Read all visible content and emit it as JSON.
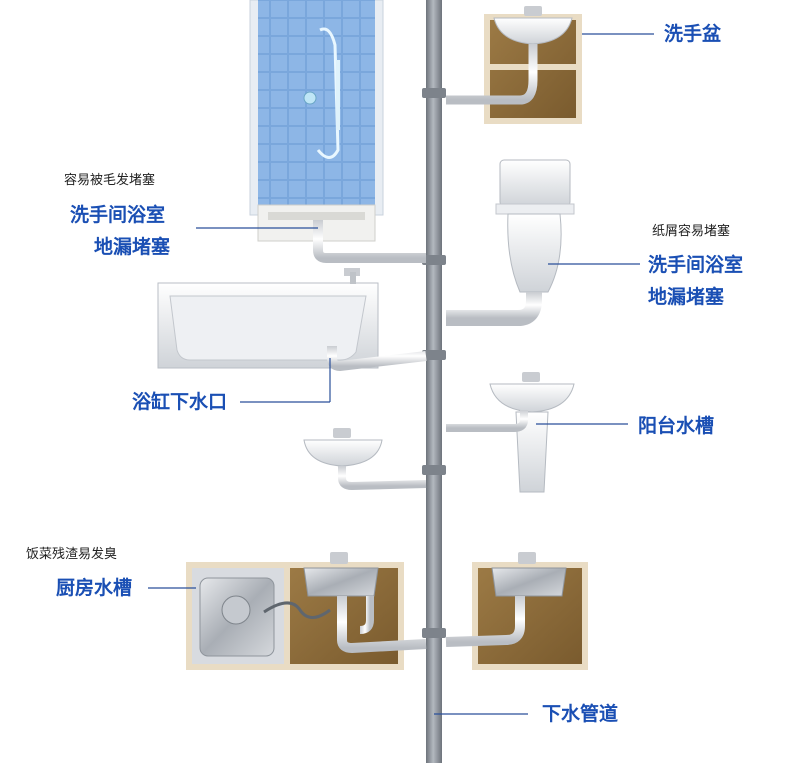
{
  "labels": {
    "washbasin": "洗手盆",
    "shower_note": "容易被毛发堵塞",
    "shower_line1": "洗手间浴室",
    "shower_line2": "地漏堵塞",
    "toilet_note": "纸屑容易堵塞",
    "toilet_line1": "洗手间浴室",
    "toilet_line2": "地漏堵塞",
    "bathtub": "浴缸下水口",
    "balcony": "阳台水槽",
    "kitchen_note": "饭菜残渣易发臭",
    "kitchen": "厨房水槽",
    "drainpipe": "下水管道"
  },
  "colors": {
    "label_blue": "#1a4fb4",
    "leader_line": "#2a4f9a",
    "main_pipe": "#8a9098",
    "cabinet_wood": "#8a6a3a",
    "cabinet_frame": "#e9dcc4",
    "tile_blue": "#6f9fd8"
  }
}
